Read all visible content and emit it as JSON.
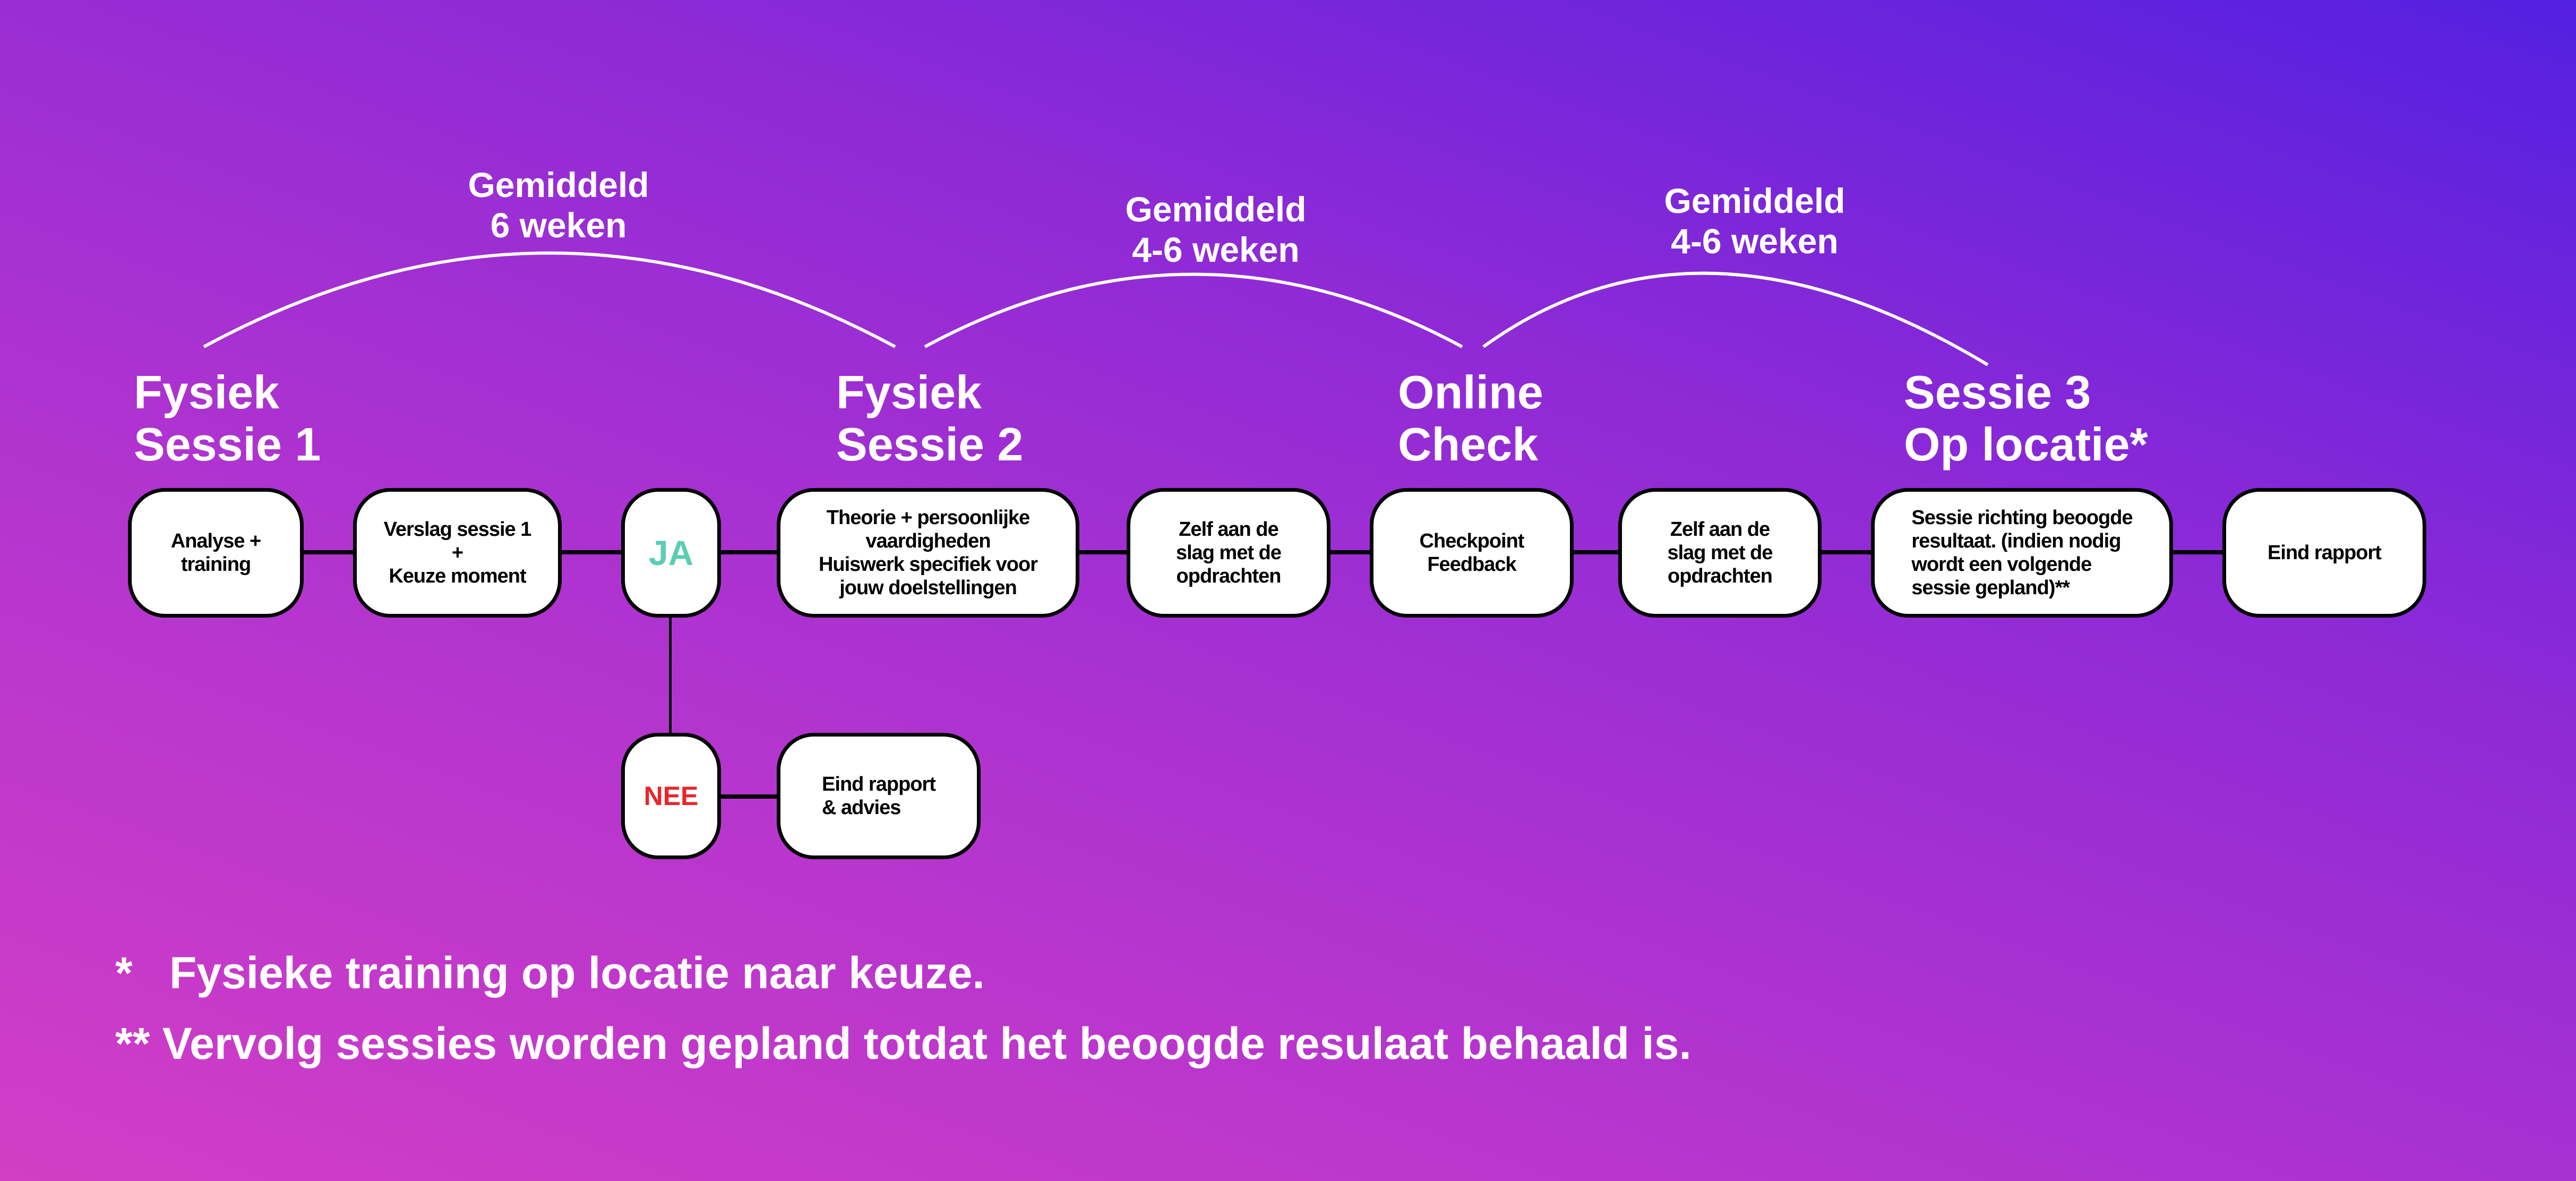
{
  "spans": [
    {
      "line1": "Gemiddeld",
      "line2": "6 weken"
    },
    {
      "line1": "Gemiddeld",
      "line2": "4-6 weken"
    },
    {
      "line1": "Gemiddeld",
      "line2": "4-6 weken"
    }
  ],
  "headings": [
    {
      "line1": "Fysiek",
      "line2": "Sessie 1"
    },
    {
      "line1": "Fysiek",
      "line2": "Sessie 2"
    },
    {
      "line1": "Online",
      "line2": "Check"
    },
    {
      "line1": "Sessie 3",
      "line2": "Op locatie*"
    }
  ],
  "steps": {
    "analyse": [
      "Analyse +",
      "training"
    ],
    "verslag": [
      "Verslag sessie 1",
      "+",
      "Keuze moment"
    ],
    "ja": "JA",
    "theorie": [
      "Theorie + persoonlijke",
      "vaardigheden",
      "Huiswerk specifiek voor",
      "jouw doelstellingen"
    ],
    "zelf1": [
      "Zelf aan de",
      "slag met de",
      "opdrachten"
    ],
    "checkpoint": [
      "Checkpoint",
      "Feedback"
    ],
    "zelf2": [
      "Zelf aan de",
      "slag met de",
      "opdrachten"
    ],
    "sessie_richting": [
      "Sessie richting beoogde",
      "resultaat. (indien nodig",
      "wordt een volgende",
      "sessie gepland)**"
    ],
    "eind": "Eind rapport",
    "nee": "NEE",
    "eind_advies": [
      "Eind rapport",
      "& advies"
    ]
  },
  "colors": {
    "ja": "#5ccdb4",
    "nee": "#e8262c"
  },
  "footnotes": [
    {
      "mark": "*",
      "text": "Fysieke training op locatie naar keuze."
    },
    {
      "mark": "**",
      "text": "Vervolg sessies worden gepland totdat het beoogde resulaat behaald is."
    }
  ]
}
